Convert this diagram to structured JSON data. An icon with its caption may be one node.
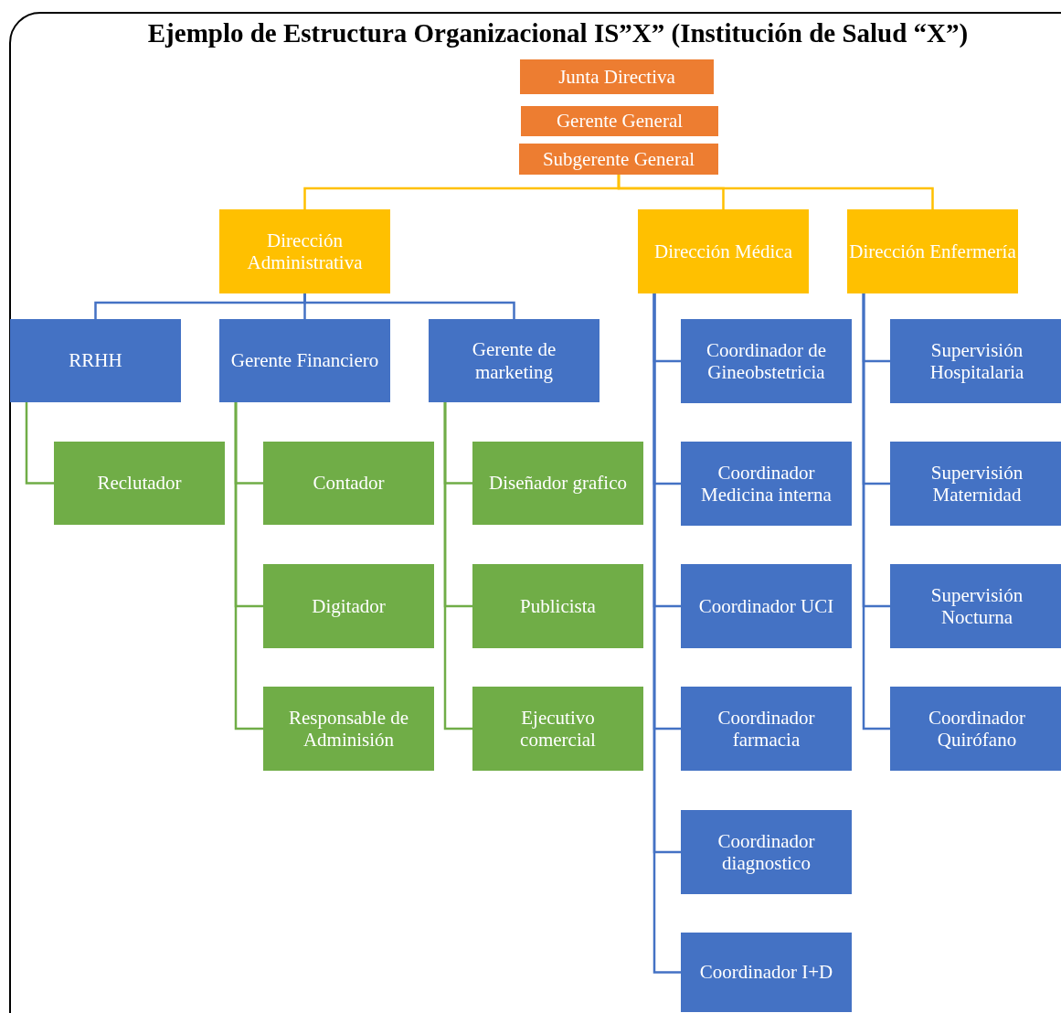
{
  "diagram": {
    "title": "Ejemplo de Estructura Organizacional IS”X” (Institución de Salud “X”)",
    "nodes": [
      {
        "text": [
          "Junta Directiva"
        ]
      },
      {
        "text": [
          "Gerente General"
        ]
      },
      {
        "text": [
          "Subgerente General"
        ]
      },
      {
        "text": [
          "Dirección Administrativa"
        ]
      },
      {
        "text": [
          "Dirección Médica"
        ]
      },
      {
        "text": [
          "Dirección Enfermería"
        ]
      },
      {
        "text": [
          "RRHH"
        ]
      },
      {
        "text": [
          "Gerente Financiero"
        ]
      },
      {
        "text": [
          "Gerente de marketing"
        ]
      },
      {
        "text": [
          "Reclutador"
        ]
      },
      {
        "text": [
          "Contador"
        ]
      },
      {
        "text": [
          "Digitador"
        ]
      },
      {
        "text": [
          "Responsable de Adminisión"
        ]
      },
      {
        "text": [
          "Diseñador grafico"
        ]
      },
      {
        "text": [
          "Publicista"
        ]
      },
      {
        "text": [
          "Ejecutivo comercial"
        ]
      },
      {
        "text": [
          "Coordinador de Gineobstetricia"
        ]
      },
      {
        "text": [
          "Coordinador Medicina interna"
        ]
      },
      {
        "text": [
          "Coordinador UCI"
        ]
      },
      {
        "text": [
          "Coordinador farmacia"
        ]
      },
      {
        "text": [
          "Coordinador diagnostico"
        ]
      },
      {
        "text": [
          "Coordinador I+D"
        ]
      },
      {
        "text": [
          "Supervisión Hospitalaria"
        ]
      },
      {
        "text": [
          "Supervisión Maternidad"
        ]
      },
      {
        "text": [
          "Supervisión Nocturna"
        ]
      },
      {
        "text": [
          "Coordinador Quirófano"
        ]
      }
    ],
    "edges": [
      {
        "from": 2,
        "to": 3,
        "arrow": "none",
        "color": "#ffc000"
      },
      {
        "from": 2,
        "to": 4,
        "arrow": "none",
        "color": "#ffc000"
      },
      {
        "from": 2,
        "to": 5,
        "arrow": "none",
        "color": "#ffc000"
      },
      {
        "from": 3,
        "to": 6,
        "arrow": "none"
      },
      {
        "from": 3,
        "to": 7,
        "arrow": "none"
      },
      {
        "from": 3,
        "to": 8,
        "arrow": "none"
      },
      {
        "from": 6,
        "to": 9,
        "arrow": "none",
        "color": "#70ad47"
      },
      {
        "from": 7,
        "to": 10,
        "arrow": "none",
        "color": "#70ad47"
      },
      {
        "from": 7,
        "to": 11,
        "arrow": "none",
        "color": "#70ad47"
      },
      {
        "from": 7,
        "to": 12,
        "arrow": "none",
        "color": "#70ad47"
      },
      {
        "from": 8,
        "to": 13,
        "arrow": "none",
        "color": "#70ad47"
      },
      {
        "from": 8,
        "to": 14,
        "arrow": "none",
        "color": "#70ad47"
      },
      {
        "from": 8,
        "to": 15,
        "arrow": "none",
        "color": "#70ad47"
      },
      {
        "from": 4,
        "to": 16,
        "arrow": "none"
      },
      {
        "from": 4,
        "to": 17,
        "arrow": "none"
      },
      {
        "from": 4,
        "to": 18,
        "arrow": "none"
      },
      {
        "from": 4,
        "to": 19,
        "arrow": "none"
      },
      {
        "from": 4,
        "to": 20,
        "arrow": "none"
      },
      {
        "from": 4,
        "to": 21,
        "arrow": "none"
      },
      {
        "from": 5,
        "to": 22,
        "arrow": "none"
      },
      {
        "from": 5,
        "to": 23,
        "arrow": "none"
      },
      {
        "from": 5,
        "to": 24,
        "arrow": "none"
      },
      {
        "from": 5,
        "to": 25,
        "arrow": "none"
      }
    ]
  }
}
